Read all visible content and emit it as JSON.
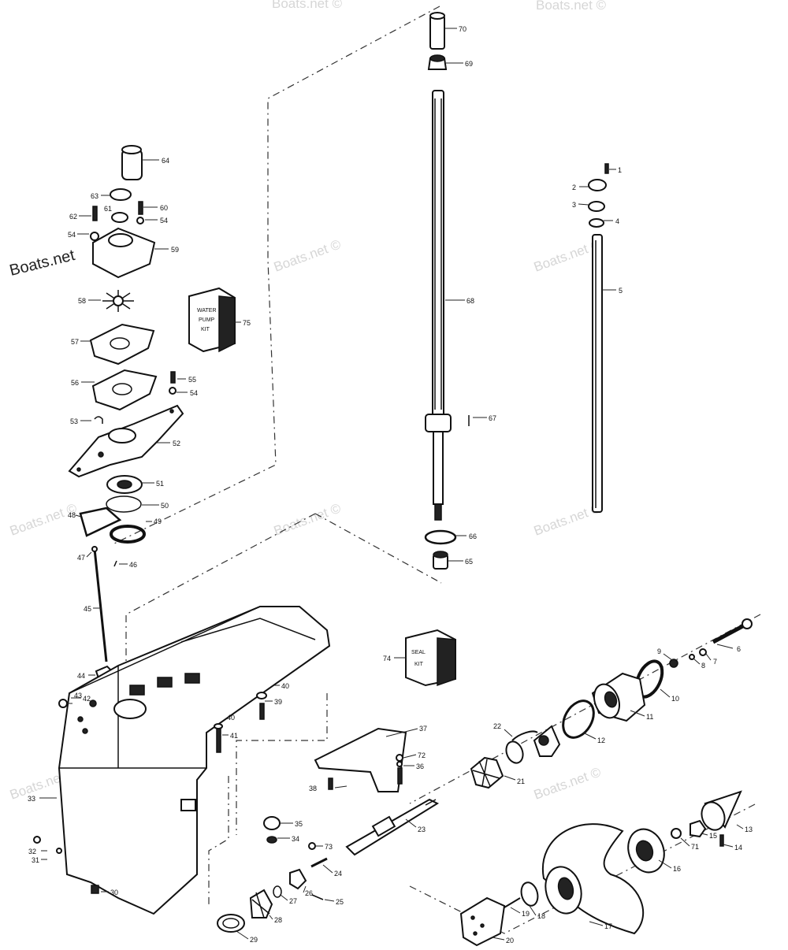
{
  "watermark": {
    "text": "Boats.net ©",
    "brand": "Boats.net"
  },
  "parts": {
    "p1": "1",
    "p2": "2",
    "p3": "3",
    "p4": "4",
    "p5": "5",
    "p6": "6",
    "p7": "7",
    "p8": "8",
    "p9": "9",
    "p10": "10",
    "p11": "11",
    "p12": "12",
    "p13": "13",
    "p14": "14",
    "p15": "15",
    "p16": "16",
    "p17": "17",
    "p18": "18",
    "p19": "19",
    "p20": "20",
    "p21": "21",
    "p22": "22",
    "p23": "23",
    "p24": "24",
    "p25": "25",
    "p26": "26",
    "p27": "27",
    "p28": "28",
    "p29": "29",
    "p30": "30",
    "p31": "31",
    "p32": "32",
    "p33": "33",
    "p34": "34",
    "p35": "35",
    "p36": "36",
    "p37": "37",
    "p38": "38",
    "p39": "39",
    "p40": "40",
    "p41": "41",
    "p42": "42",
    "p43": "43",
    "p44": "44",
    "p45": "45",
    "p46": "46",
    "p47": "47",
    "p48": "48",
    "p49": "49",
    "p50": "50",
    "p51": "51",
    "p52": "52",
    "p53": "53",
    "p54": "54",
    "p55": "55",
    "p56": "56",
    "p57": "57",
    "p58": "58",
    "p59": "59",
    "p60": "60",
    "p61": "61",
    "p62": "62",
    "p63": "63",
    "p64": "64",
    "p65": "65",
    "p66": "66",
    "p67": "67",
    "p68": "68",
    "p69": "69",
    "p70": "70",
    "p71": "71",
    "p72": "72",
    "p73": "73",
    "p74": "74",
    "p75": "75"
  },
  "kits": {
    "water_pump_line1": "WATER",
    "water_pump_line2": "PUMP",
    "water_pump_line3": "KIT",
    "seal_line1": "SEAL",
    "seal_line2": "KIT"
  }
}
